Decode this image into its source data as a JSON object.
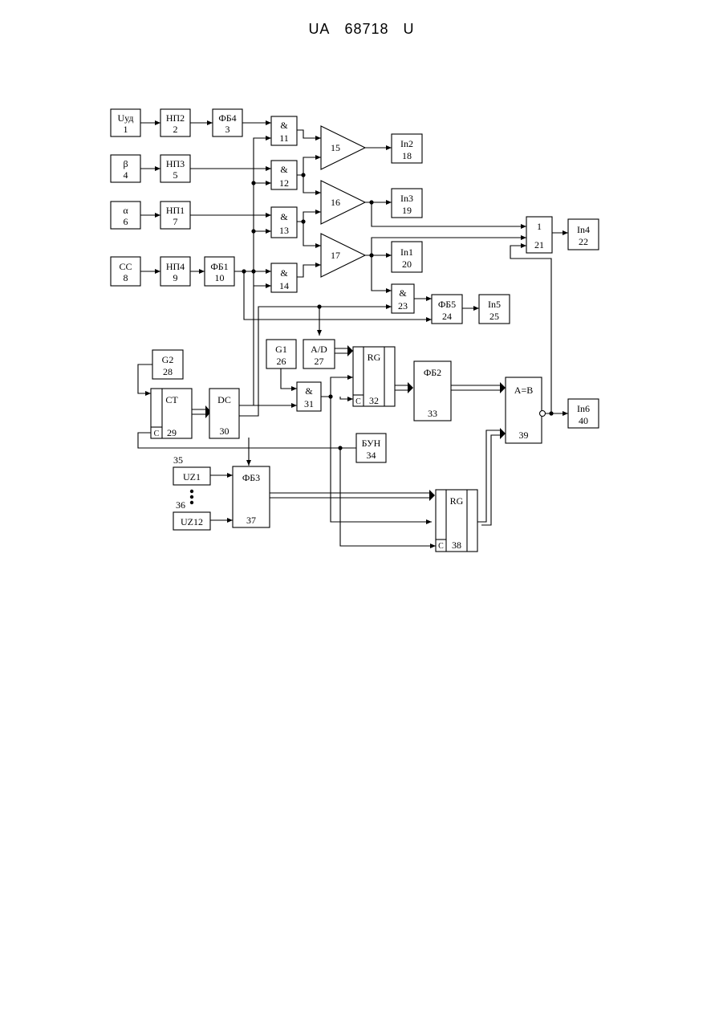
{
  "header": {
    "country": "UA",
    "number": "68718",
    "kind": "U"
  },
  "blocks": {
    "b1": {
      "name": "Uуд",
      "num": "1"
    },
    "b2": {
      "name": "НП2",
      "num": "2"
    },
    "b3": {
      "name": "ФБ4",
      "num": "3"
    },
    "b4": {
      "name": "β",
      "num": "4"
    },
    "b5": {
      "name": "НП3",
      "num": "5"
    },
    "b6": {
      "name": "α",
      "num": "6"
    },
    "b7": {
      "name": "НП1",
      "num": "7"
    },
    "b8": {
      "name": "CC",
      "num": "8"
    },
    "b9": {
      "name": "НП4",
      "num": "9"
    },
    "b10": {
      "name": "ФБ1",
      "num": "10"
    },
    "b11": {
      "name": "&",
      "num": "11"
    },
    "b12": {
      "name": "&",
      "num": "12"
    },
    "b13": {
      "name": "&",
      "num": "13"
    },
    "b14": {
      "name": "&",
      "num": "14"
    },
    "b15": {
      "name": "",
      "num": "15"
    },
    "b16": {
      "name": "",
      "num": "16"
    },
    "b17": {
      "name": "",
      "num": "17"
    },
    "b18": {
      "name": "In2",
      "num": "18"
    },
    "b19": {
      "name": "In3",
      "num": "19"
    },
    "b20": {
      "name": "In1",
      "num": "20"
    },
    "b21": {
      "name": "1",
      "num": "21"
    },
    "b22": {
      "name": "In4",
      "num": "22"
    },
    "b23": {
      "name": "&",
      "num": "23"
    },
    "b24": {
      "name": "ФБ5",
      "num": "24"
    },
    "b25": {
      "name": "In5",
      "num": "25"
    },
    "b26": {
      "name": "G1",
      "num": "26"
    },
    "b27": {
      "name": "A/D",
      "num": "27"
    },
    "b28": {
      "name": "G2",
      "num": "28"
    },
    "b29": {
      "name": "CT",
      "num": "29",
      "clk": "C"
    },
    "b30": {
      "name": "DC",
      "num": "30"
    },
    "b31": {
      "name": "&",
      "num": "31"
    },
    "b32": {
      "name": "RG",
      "num": "32",
      "clk": "C"
    },
    "b33": {
      "name": "ФБ2",
      "num": "33"
    },
    "b34": {
      "name": "БУН",
      "num": "34"
    },
    "b35": {
      "name": "UZ1",
      "num": "35"
    },
    "b36": {
      "name": "UZ12",
      "num": "36"
    },
    "b37": {
      "name": "ФБ3",
      "num": "37"
    },
    "b38": {
      "name": "RG",
      "num": "38",
      "clk": "C"
    },
    "b39": {
      "name": "A=B",
      "num": "39"
    },
    "b40": {
      "name": "In6",
      "num": "40"
    }
  }
}
